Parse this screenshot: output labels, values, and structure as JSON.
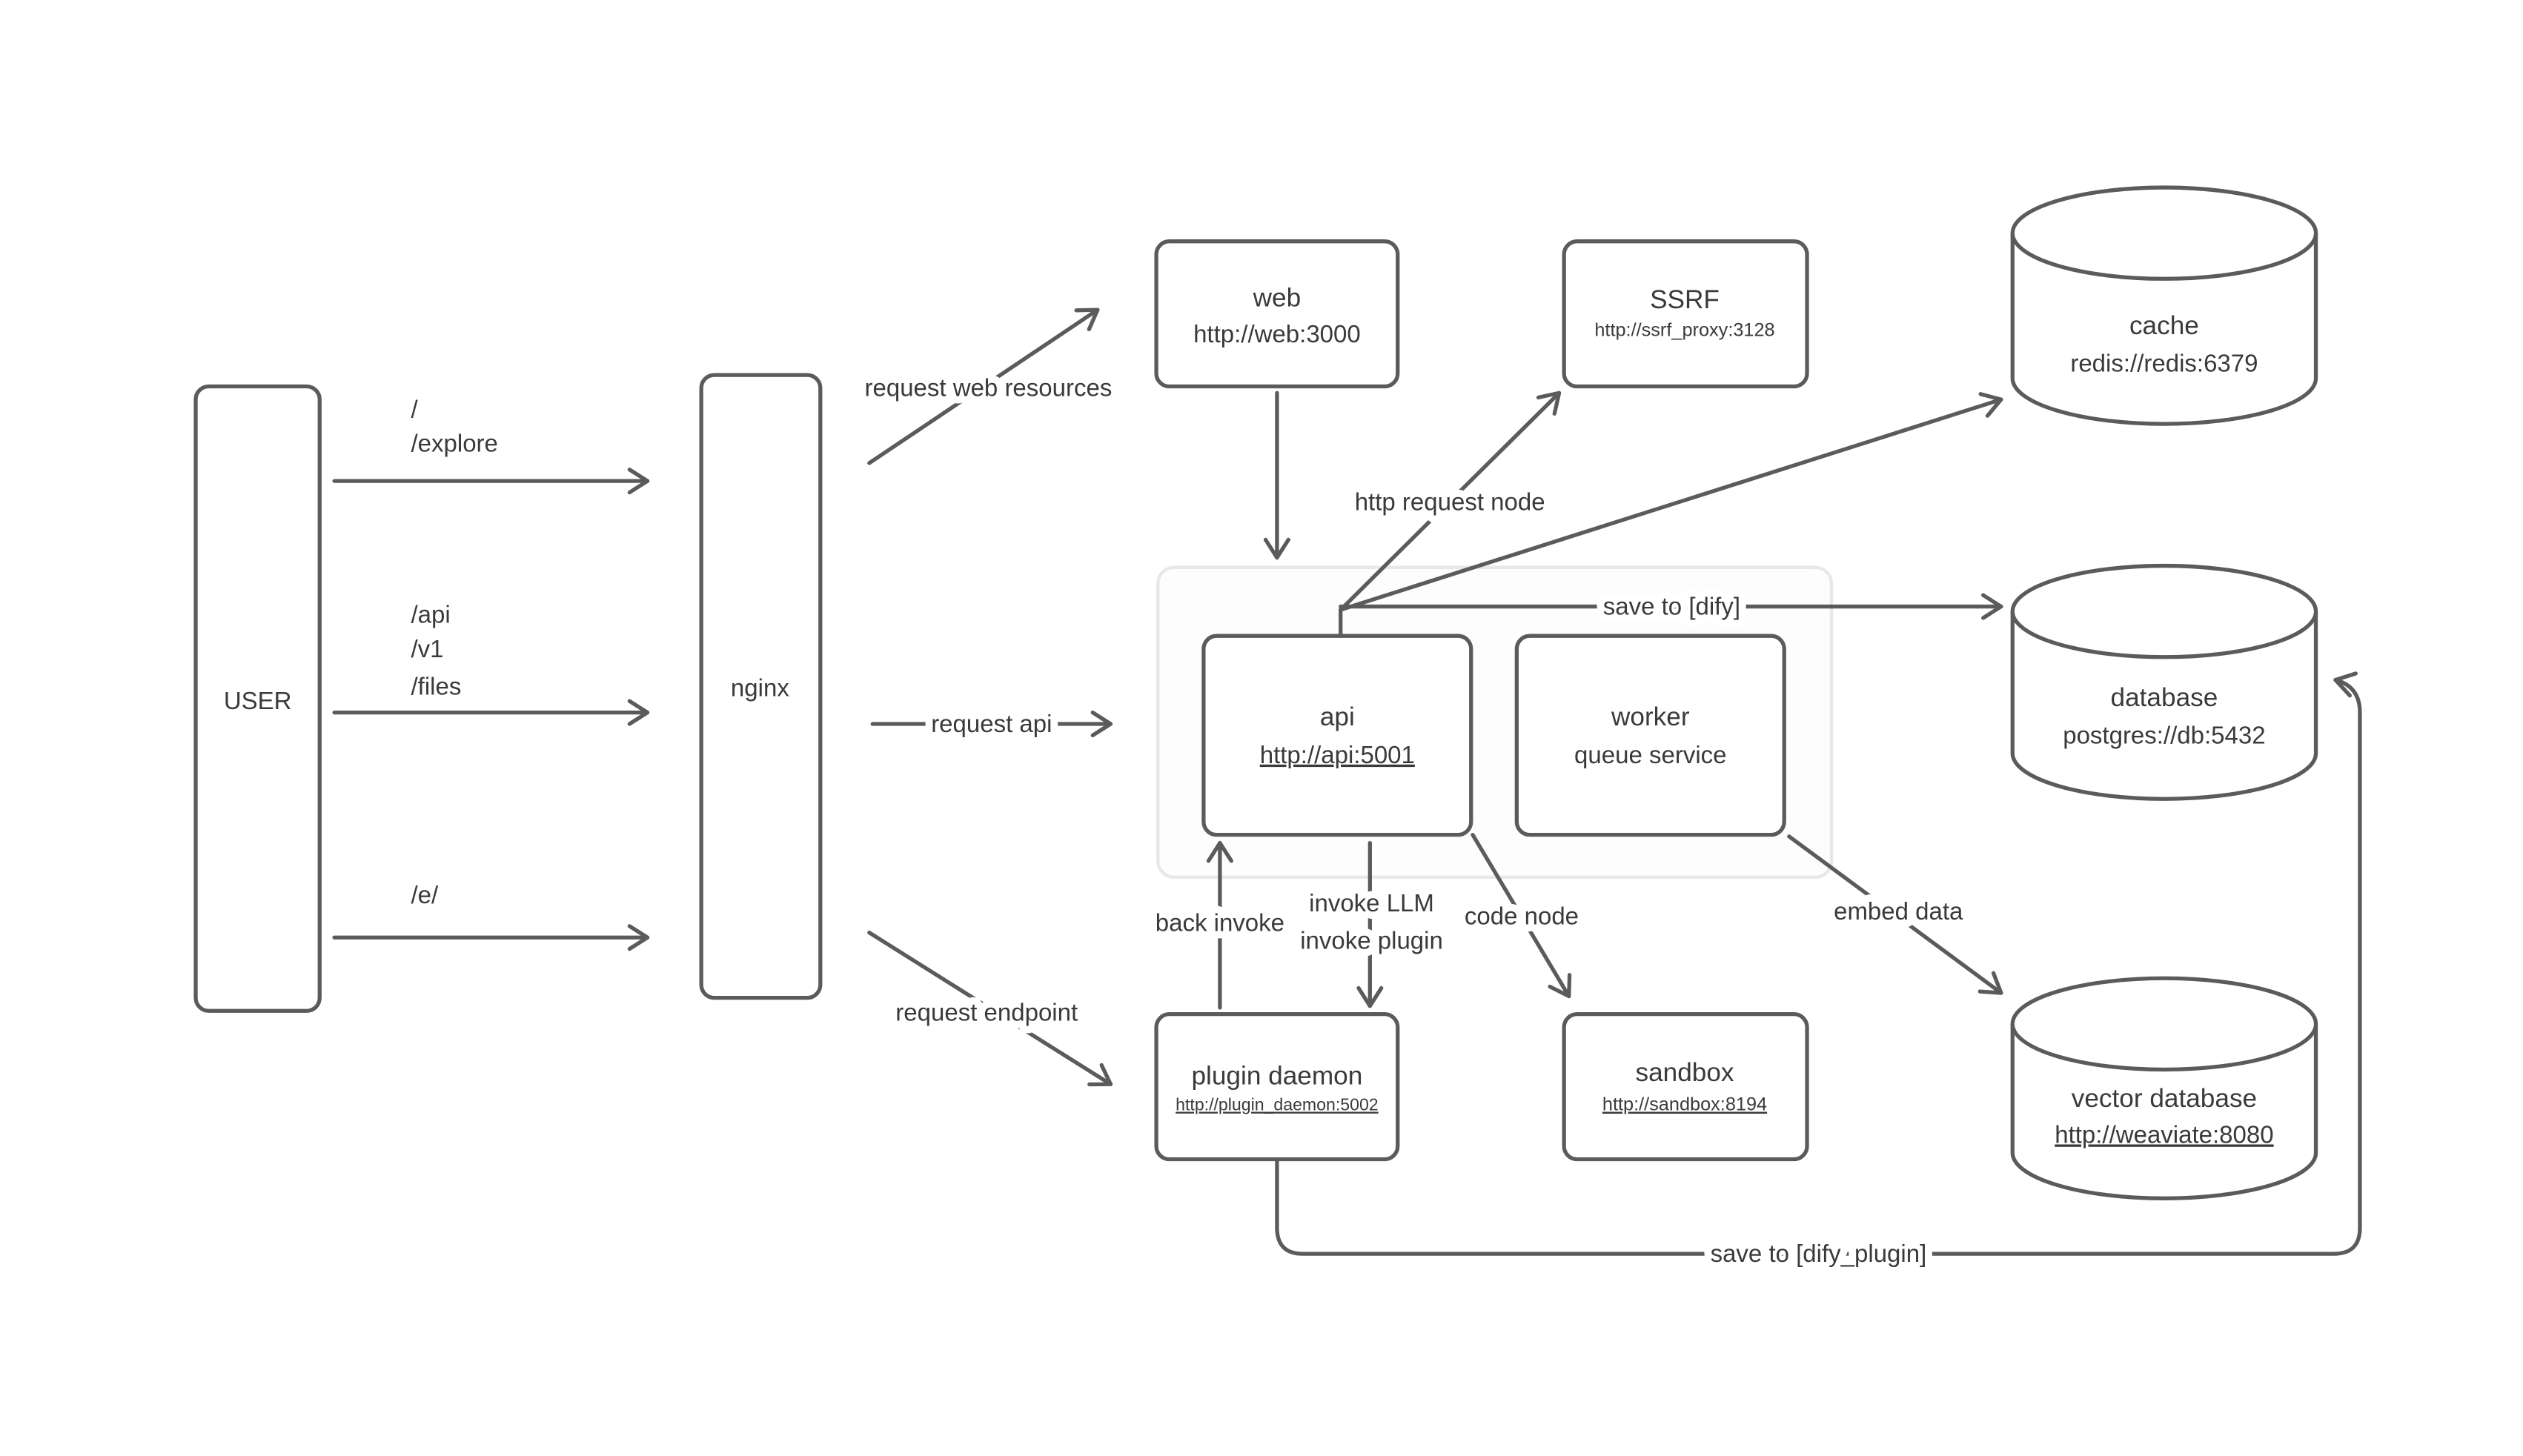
{
  "diagram": {
    "user": {
      "label": "USER"
    },
    "nginx": {
      "label": "nginx"
    },
    "web": {
      "title": "web",
      "url": "http://web:3000"
    },
    "ssrf": {
      "title": "SSRF",
      "url": "http://ssrf_proxy:3128"
    },
    "cache": {
      "title": "cache",
      "url": "redis://redis:6379"
    },
    "api": {
      "title": "api",
      "url": "http://api:5001"
    },
    "worker": {
      "title": "worker",
      "subtitle": "queue service"
    },
    "database": {
      "title": "database",
      "url": "postgres://db:5432"
    },
    "plugin_daemon": {
      "title": "plugin daemon",
      "url": "http://plugin_daemon:5002"
    },
    "sandbox": {
      "title": "sandbox",
      "url": "http://sandbox:8194"
    },
    "vector_database": {
      "title": "vector database",
      "url": "http://weaviate:8080"
    },
    "labels": {
      "route1_a": "/",
      "route1_b": "/explore",
      "route2_a": "/api",
      "route2_b": "/v1",
      "route2_c": "/files",
      "route3": "/e/",
      "request_web": "request web resources",
      "request_api": "request api",
      "request_endpoint": "request endpoint",
      "http_request_node": "http request node",
      "save_dify": "save to [dify]",
      "back_invoke": "back invoke",
      "invoke_llm": "invoke LLM",
      "invoke_plugin": "invoke plugin",
      "code_node": "code node",
      "embed_data": "embed data",
      "save_dify_plugin": "save to [dify_plugin]"
    },
    "colors": {
      "stroke": "#5b5b5b",
      "text": "#3a3a3a",
      "group_border": "#e8e8e8",
      "background": "#ffffff"
    }
  }
}
